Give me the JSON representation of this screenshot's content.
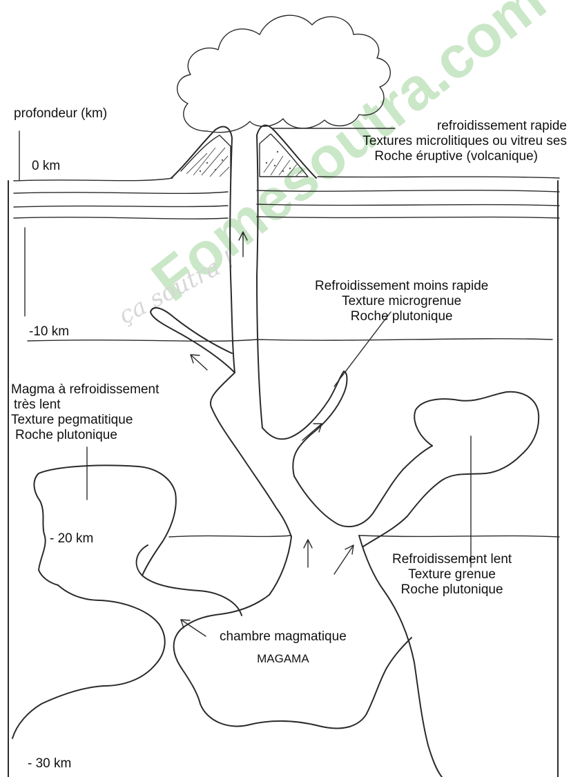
{
  "labels": {
    "depth_title": "profondeur (km)",
    "depth_0": "0 km",
    "depth_10": "-10 km",
    "depth_20": "- 20 km",
    "depth_30": "- 30 km",
    "volcanic": [
      "refroidissement rapide",
      "Textures microlitiques ou vitreu ses",
      "Roche éruptive (volcanique)"
    ],
    "microgrenue": [
      "Refroidissement moins rapide",
      "Texture microgrenue",
      "Roche plutonique"
    ],
    "pegmatite": [
      "Magma à refroidissement",
      "très lent",
      "Texture pegmatitique",
      "Roche plutonique"
    ],
    "grenue": [
      "Refroidissement lent",
      "Texture grenue",
      "Roche plutonique"
    ],
    "chamber": [
      "chambre magmatique",
      "MAGAMA"
    ]
  },
  "watermark": {
    "text": "Fomesoutra.com",
    "subtext": "ça soutra !",
    "color": "#9fd49a"
  }
}
